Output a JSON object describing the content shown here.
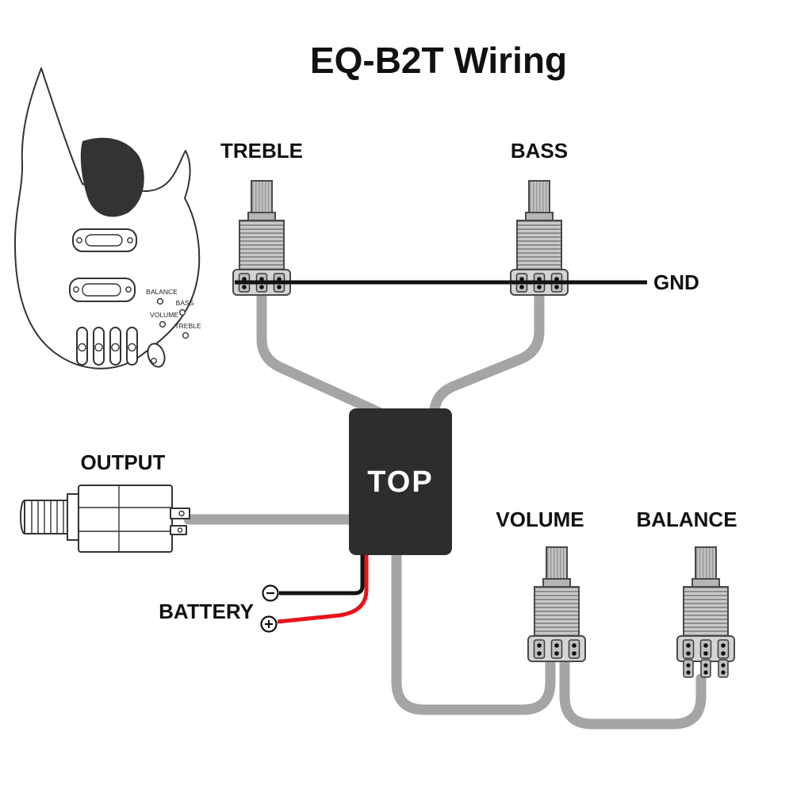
{
  "title": "EQ-B2T Wiring",
  "labels": {
    "treble": "TREBLE",
    "bass": "BASS",
    "gnd": "GND",
    "output": "OUTPUT",
    "battery": "BATTERY",
    "volume": "VOLUME",
    "balance": "BALANCE"
  },
  "box": {
    "label": "TOP"
  },
  "guitar_controls": {
    "balance": "BALANCE",
    "bass": "BASS",
    "volume": "VOLUME",
    "treble": "TREBLE"
  },
  "icons": {
    "battery_negative": "circled-minus-icon",
    "battery_positive": "circled-plus-icon"
  },
  "colors": {
    "wire": "#a5a5a5",
    "ground_wire": "#111111",
    "battery_negative_wire": "#111111",
    "battery_positive_wire": "#e8131c",
    "box": "#2d2d2d",
    "box_text": "#ffffff",
    "outline": "#333333"
  }
}
